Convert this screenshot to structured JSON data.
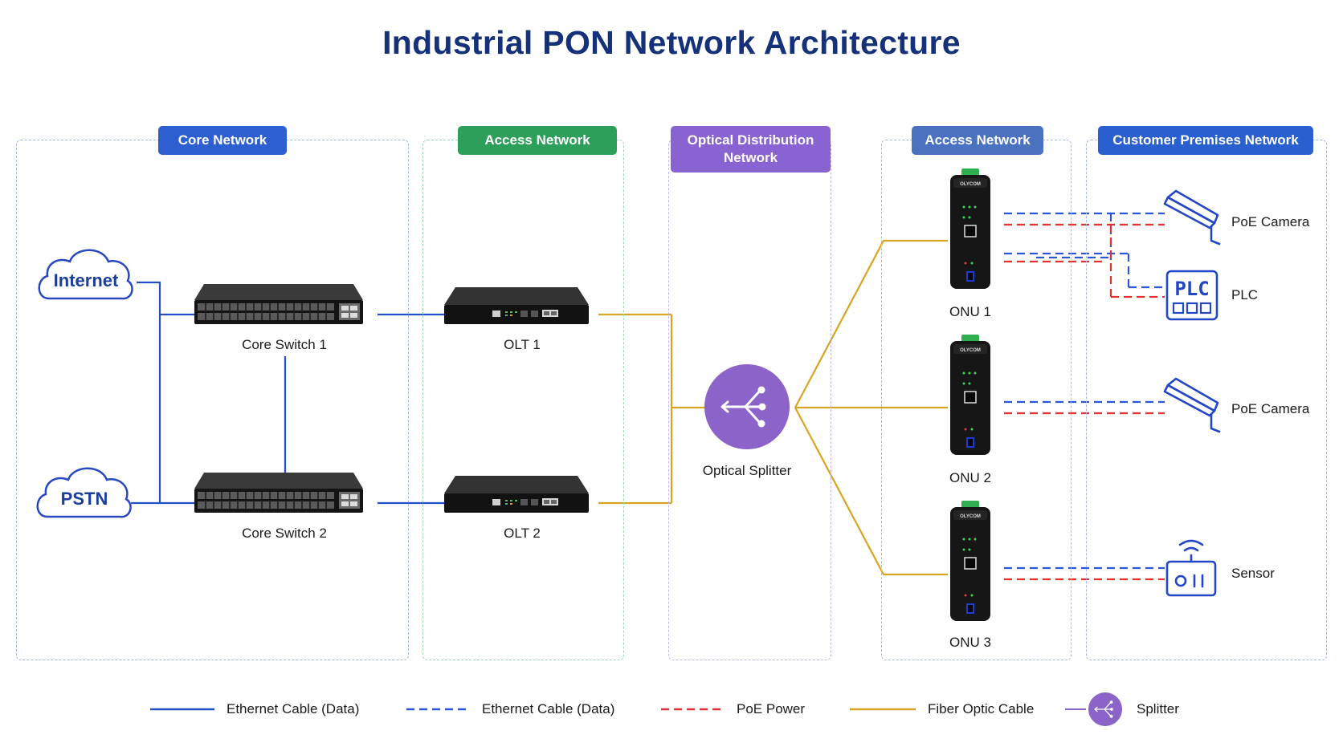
{
  "title": "Industrial PON Network Architecture",
  "zones": {
    "core": {
      "label": "Core Network",
      "color": "#2d5fd1"
    },
    "access_left": {
      "label": "Access Network",
      "color": "#2e9e5b"
    },
    "optical": {
      "label": "Optical Distribution Network",
      "color": "#8a63d2"
    },
    "access_right": {
      "label": "Access Network",
      "color": "#4a72c0"
    },
    "customer": {
      "label": "Customer Premises Network",
      "color": "#2a5fd0"
    }
  },
  "clouds": {
    "internet": "Internet",
    "pstn": "PSTN"
  },
  "devices": {
    "core_switch_1": "Core Switch 1",
    "core_switch_2": "Core Switch 2",
    "olt_1": "OLT 1",
    "olt_2": "OLT 2",
    "optical_splitter": "Optical Splitter",
    "onu_1": "ONU 1",
    "onu_2": "ONU 2",
    "onu_3": "ONU 3",
    "onu_brand": "OLYCOM"
  },
  "endpoints": {
    "poe_camera_1": "PoE Camera",
    "plc": "PLC",
    "plc_icon_text": "PLC",
    "poe_camera_2": "PoE Camera",
    "sensor": "Sensor"
  },
  "legend": {
    "ethernet_solid": "Ethernet Cable (Data)",
    "ethernet_dashed": "Ethernet Cable (Data)",
    "poe_power": "PoE Power",
    "fiber": "Fiber Optic Cable",
    "splitter": "Splitter"
  },
  "colors": {
    "title": "#15317a",
    "ethernet": "#2250c8",
    "poe_power": "#e03030",
    "fiber": "#d9a520",
    "splitter": "#8b63c9"
  },
  "icons": {
    "cloud": "cloud-icon",
    "switch": "switch-icon",
    "olt": "olt-icon",
    "splitter": "splitter-icon",
    "onu": "onu-icon",
    "camera": "camera-icon",
    "plc": "plc-icon",
    "sensor": "sensor-icon"
  }
}
